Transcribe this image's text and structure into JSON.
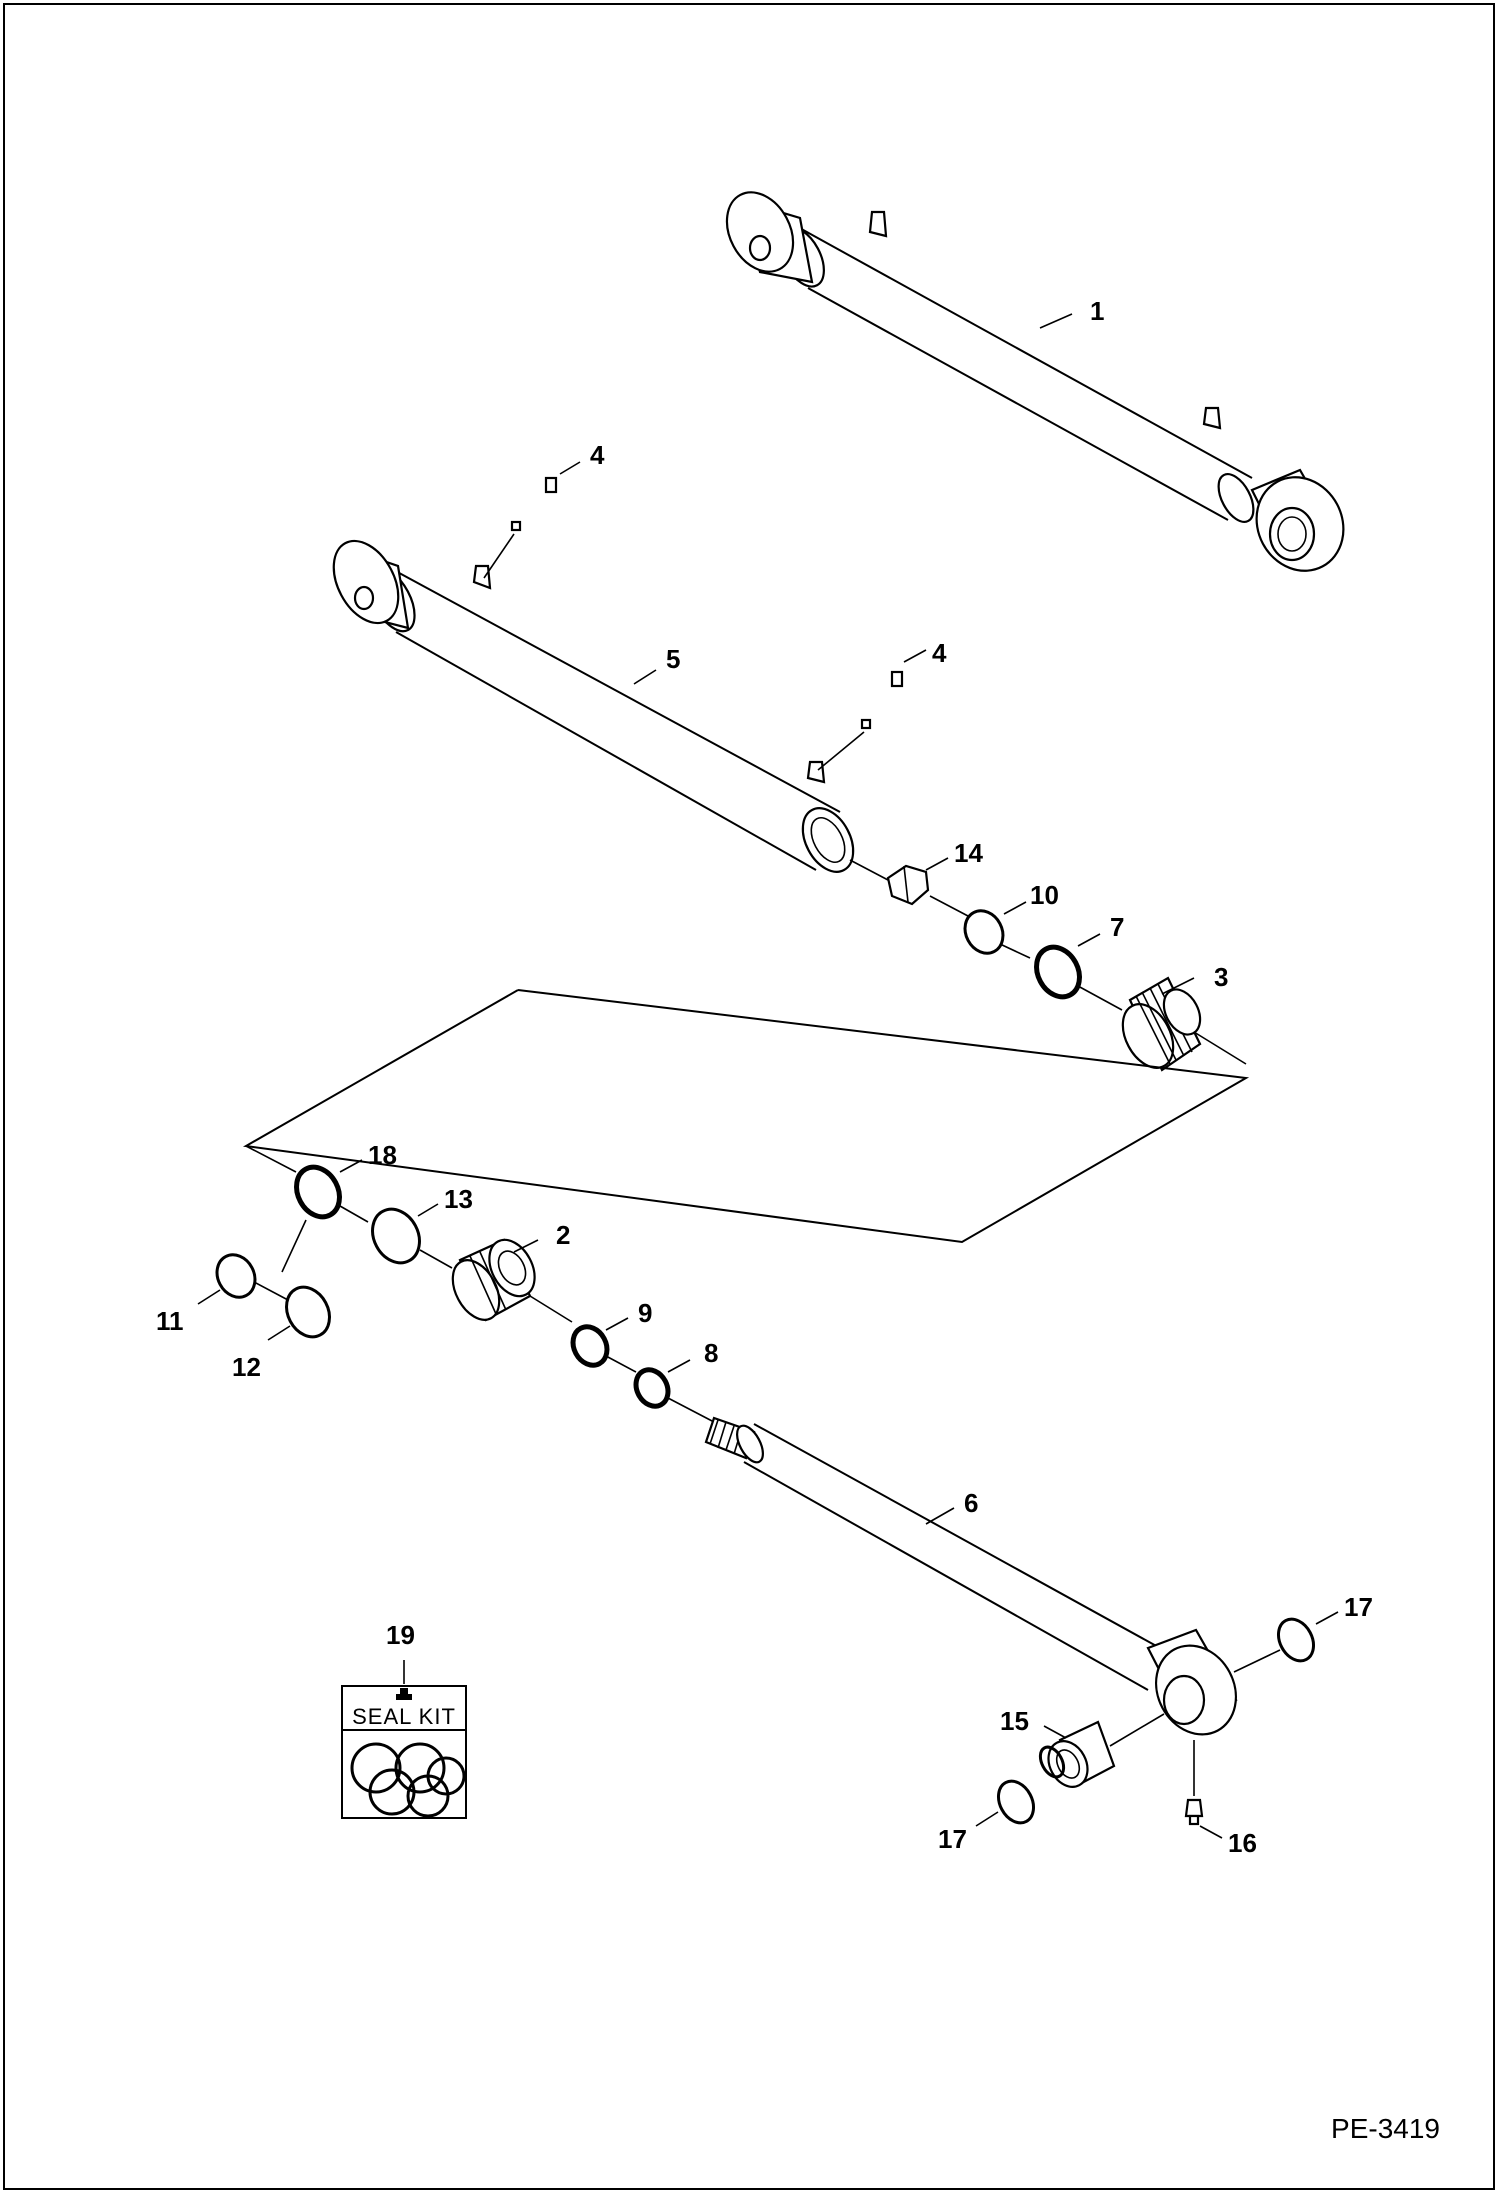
{
  "drawing": {
    "reference_code": "PE-3419",
    "seal_kit_label": "SEAL KIT"
  },
  "callouts": [
    "1",
    "2",
    "3",
    "4",
    "4",
    "5",
    "6",
    "7",
    "8",
    "9",
    "10",
    "11",
    "12",
    "13",
    "14",
    "15",
    "16",
    "17",
    "17",
    "18",
    "19"
  ],
  "colors": {
    "line": "#000000",
    "background": "#ffffff"
  }
}
